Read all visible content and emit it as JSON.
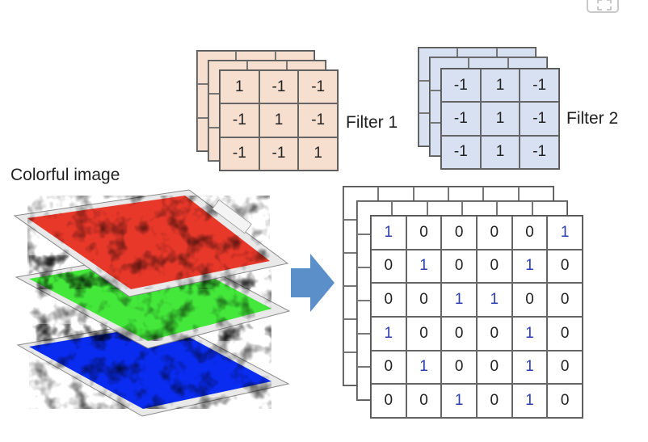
{
  "labels": {
    "colorful_image": "Colorful image",
    "filter1": "Filter 1",
    "filter2": "Filter 2"
  },
  "filter1": [
    [
      "1",
      "-1",
      "-1"
    ],
    [
      "-1",
      "1",
      "-1"
    ],
    [
      "-1",
      "-1",
      "1"
    ]
  ],
  "filter2": [
    [
      "-1",
      "1",
      "-1"
    ],
    [
      "-1",
      "1",
      "-1"
    ],
    [
      "-1",
      "1",
      "-1"
    ]
  ],
  "feature_map": [
    [
      "1",
      "0",
      "0",
      "0",
      "0",
      "1"
    ],
    [
      "0",
      "1",
      "0",
      "0",
      "1",
      "0"
    ],
    [
      "0",
      "0",
      "1",
      "1",
      "0",
      "0"
    ],
    [
      "1",
      "0",
      "0",
      "0",
      "1",
      "0"
    ],
    [
      "0",
      "1",
      "0",
      "0",
      "1",
      "0"
    ],
    [
      "0",
      "0",
      "1",
      "0",
      "1",
      "0"
    ]
  ],
  "colors": {
    "filter1_fill": "#f6dfcf",
    "filter2_fill": "#d7e1f2",
    "one_digit": "#2c3fb0",
    "arrow": "#5b8fc9",
    "red_channel": "#e8382a",
    "green_channel": "#43e83a",
    "blue_channel": "#0a2cf0"
  },
  "icons": {
    "arrow": "right-arrow-icon",
    "corner": "fullscreen-icon"
  }
}
